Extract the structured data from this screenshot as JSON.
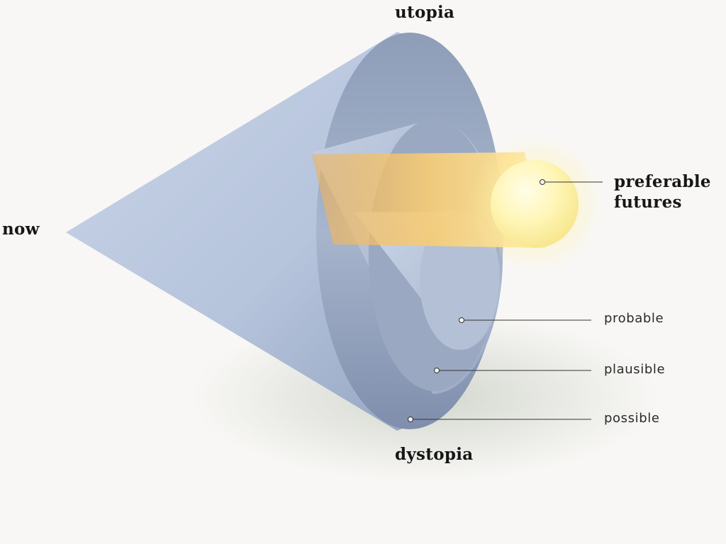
{
  "labels": {
    "utopia": "utopia",
    "dystopia": "dystopia",
    "now": "now",
    "preferable_line1": "preferable",
    "preferable_line2": "futures",
    "probable": "probable",
    "plausible": "plausible",
    "possible": "possible"
  },
  "colors": {
    "background": "#f8f7f5",
    "cone_outer": "#b9c7dd",
    "cone_inner": "#a9b7cf",
    "glow": "#fff3a6",
    "beam": "#f6c46a",
    "text": "#161616",
    "leader_line": "#333333"
  }
}
